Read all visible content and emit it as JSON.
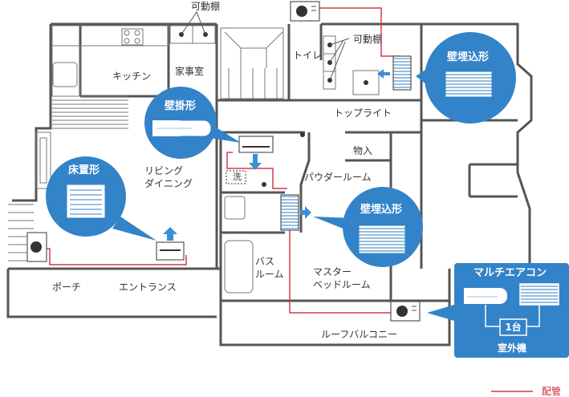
{
  "rooms": {
    "kitchen": "キッチン",
    "utility": "家事室",
    "movable_shelf_top": "可動棚",
    "movable_shelf_right": "可動棚",
    "toilet": "トイレ",
    "toplight": "トップライト",
    "living_l1": "リビング",
    "living_l2": "ダイニング",
    "storage": "物入",
    "powder_room": "パウダールーム",
    "wash": "洗",
    "bath_l1": "バス",
    "bath_l2": "ルーム",
    "master_l1": "マスター",
    "master_l2": "ベッドルーム",
    "porch": "ポーチ",
    "entrance": "エントランス",
    "roof_balcony": "ルーフバルコニー"
  },
  "units": {
    "wall_mounted": "壁掛形",
    "floor_standing": "床置形",
    "built_in_upper": "壁埋込形",
    "built_in_lower": "壁埋込形"
  },
  "multi_panel": {
    "title": "マルチエアコン",
    "count": "1台",
    "outdoor": "室外機"
  },
  "legend": {
    "piping": "配管"
  },
  "colors": {
    "blue": "#2f7ec2",
    "piping": "#d33a4a",
    "wall": "#555555"
  }
}
